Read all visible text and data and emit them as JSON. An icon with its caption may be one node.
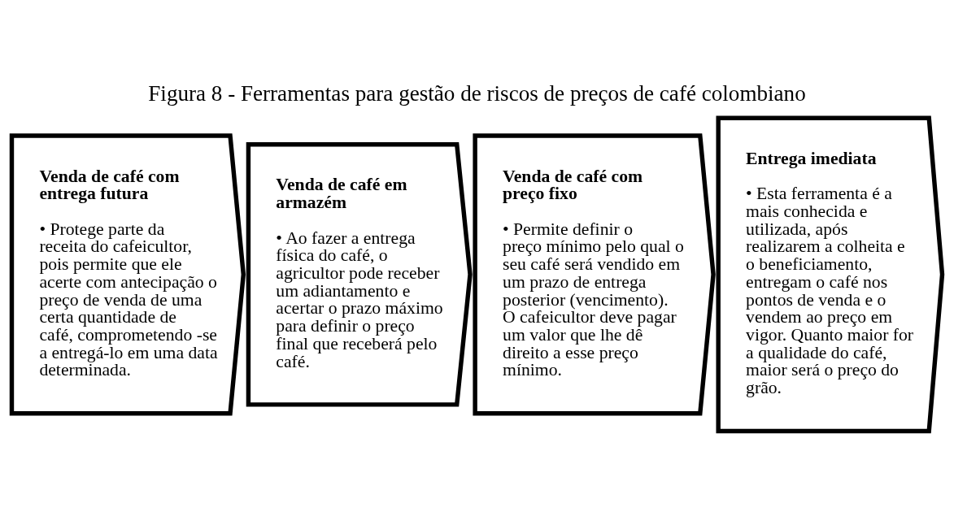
{
  "diagram": {
    "title": "Figura 8 - Ferramentas para gestão de riscos de preços de café colombiano",
    "nodes": [
      {
        "text": [
          "Venda de café com entrega futura",
          "• Protege parte da receita do cafeicultor, pois permite que ele acerte com antecipação o preço de venda de uma certa quantidade de café, comprometendo -se a entregá-lo em uma data determinada."
        ]
      },
      {
        "text": [
          "Venda de café em armazém",
          "• Ao fazer a entrega física do café, o agricultor pode receber um adiantamento e acertar o prazo máximo para definir o preço final que receberá pelo café."
        ]
      },
      {
        "text": [
          "Venda de café com preço fixo",
          "• Permite definir o preço mínimo pelo qual o seu café será vendido em um prazo de entrega posterior (vencimento). O cafeicultor deve pagar um valor que lhe dê direito a esse preço mínimo."
        ]
      },
      {
        "text": [
          "Entrega imediata",
          "• Esta ferramenta é a mais conhecida e utilizada, após realizarem a colheita e o beneficiamento, entregam o café nos pontos de venda e o vendem ao preço em vigor. Quanto maior for a qualidade do café, maior será o preço do grão."
        ]
      }
    ],
    "edges": []
  }
}
